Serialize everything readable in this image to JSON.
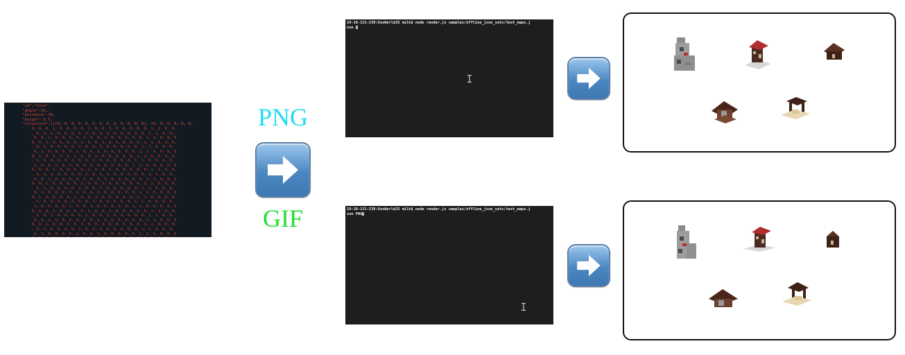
{
  "code_panel": {
    "line1": "\"id\":\"farm\",",
    "line2": "\"angle\":55,",
    "line3": "\"distance\":10,",
    "line4": "\"height\":5.5,",
    "line5": "\"structure\":[[[0, 0, 0, 0, 0, 0, 0, 0, 0, 0, 0, 0, 0], [0, 0, 0, 0, 0, 0,"
  },
  "labels": {
    "png": "PNG",
    "gif": "GIF"
  },
  "terminal_png": {
    "prompt": "10-18-121-239:VoxWorldJS milk$ node render.js samples/offline_json_sets/test_maps.j",
    "continuation": "son "
  },
  "terminal_gif": {
    "prompt": "10-18-121-239:VoxWorldJS milk$ node render.js samples/offline_json_sets/test_maps.j",
    "continuation": "son PNG"
  },
  "colors": {
    "png_label": "#1fdcef",
    "gif_label": "#22e034",
    "arrow_blue": "#4b87c2"
  },
  "icons": {
    "arrow": "right-arrow-icon",
    "text_cursor": "i-beam-cursor-icon"
  }
}
